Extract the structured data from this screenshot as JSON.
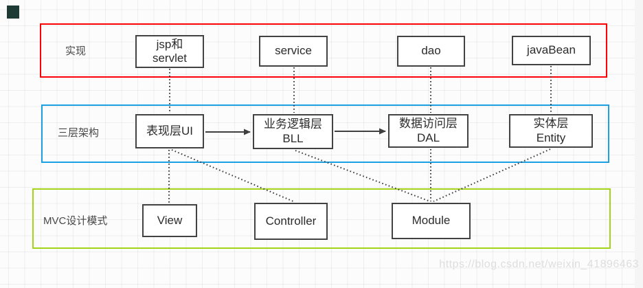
{
  "canvas": {
    "watermark": "https://blog.csdn.net/weixin_41896463",
    "watermark_color": "#dedede",
    "grid_color": "#ececec",
    "corner_square_color": "#1e3a34"
  },
  "bands": [
    {
      "id": "implementation",
      "label": "实现",
      "border_color": "#fb0005"
    },
    {
      "id": "three-tier-architecture",
      "label": "三层架构",
      "border_color": "#1ba1e2"
    },
    {
      "id": "mvc-pattern",
      "label": "MVC设计模式",
      "border_color": "#a3d417"
    }
  ],
  "nodes": {
    "jsp_servlet": {
      "line1": "jsp和",
      "line2": "servlet"
    },
    "service": {
      "label": "service"
    },
    "dao": {
      "label": "dao"
    },
    "javabean": {
      "label": "javaBean"
    },
    "ui": {
      "label": "表现层UI"
    },
    "bll": {
      "line1": "业务逻辑层",
      "line2": "BLL"
    },
    "dal": {
      "line1": "数据访问层",
      "line2": "DAL"
    },
    "entity": {
      "line1": "实体层",
      "line2": "Entity"
    },
    "view": {
      "label": "View"
    },
    "controller": {
      "label": "Controller"
    },
    "module": {
      "label": "Module"
    }
  },
  "edges": {
    "dotted": [
      "jsp_servlet -> ui",
      "service -> bll",
      "dao -> dal",
      "javabean -> entity",
      "ui -> view",
      "ui -> controller",
      "bll -> module",
      "dal -> module",
      "entity -> module"
    ],
    "solid_arrows": [
      "ui -> bll",
      "bll -> dal"
    ]
  },
  "box_style": {
    "border_color": "#424242",
    "fill": "#ffffff",
    "text_color": "#2b2b2b"
  }
}
